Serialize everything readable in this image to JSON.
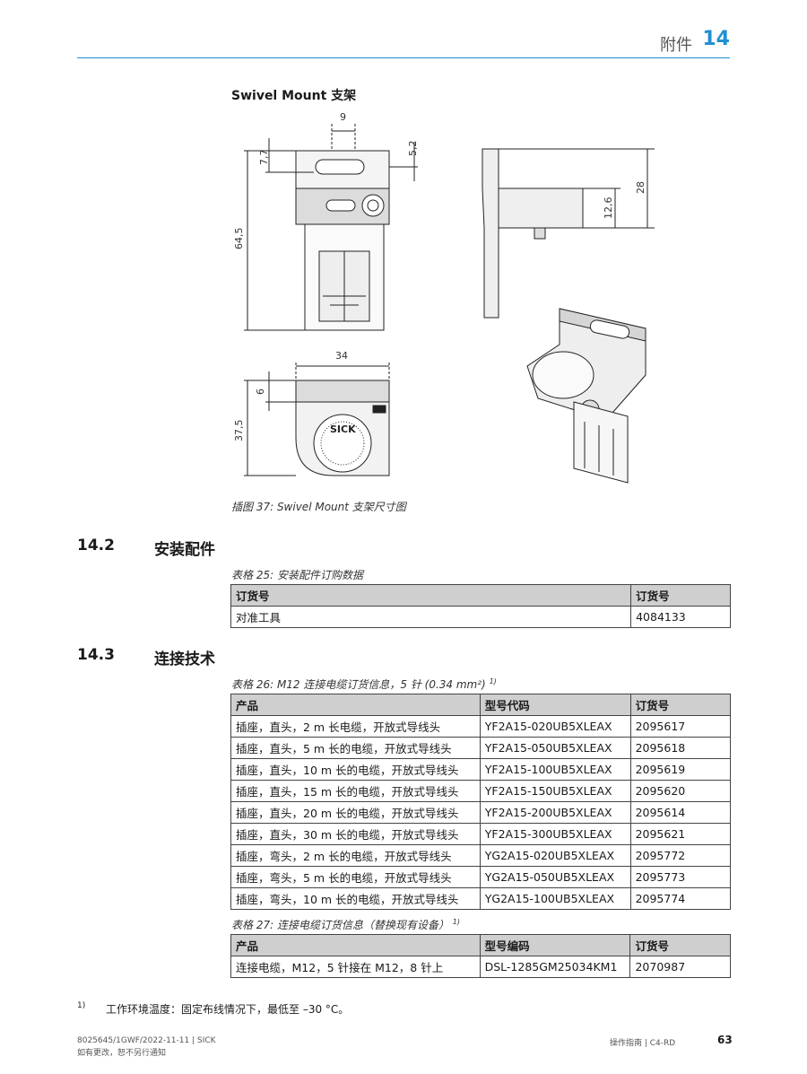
{
  "header": {
    "chapter": "附件",
    "number": "14"
  },
  "figure": {
    "title": "Swivel Mount 支架",
    "caption": "插图 37: Swivel Mount 支架尺寸图",
    "dims": {
      "d9": "9",
      "d7_7": "7,7",
      "d5_2": "5,2",
      "d64_5": "64,5",
      "d28": "28",
      "d12_6": "12,6",
      "d34": "34",
      "d6": "6",
      "d37_5": "37,5"
    },
    "brand_mark": "SICK"
  },
  "sections": {
    "s142": {
      "num": "14.2",
      "title": "安装配件"
    },
    "s143": {
      "num": "14.3",
      "title": "连接技术"
    }
  },
  "table25": {
    "caption": "表格 25: 安装配件订购数据",
    "headers": [
      "订货号",
      "订货号"
    ],
    "rows": [
      [
        "对准工具",
        "4084133"
      ]
    ]
  },
  "table26": {
    "caption": "表格 26: M12 连接电缆订货信息，5 针 (0.34 mm²)",
    "sup": "1)",
    "headers": [
      "产品",
      "型号代码",
      "订货号"
    ],
    "rows": [
      [
        "插座，直头，2 m 长电缆，开放式导线头",
        "YF2A15-020UB5XLEAX",
        "2095617"
      ],
      [
        "插座，直头，5 m 长的电缆，开放式导线头",
        "YF2A15-050UB5XLEAX",
        "2095618"
      ],
      [
        "插座，直头，10 m 长的电缆，开放式导线头",
        "YF2A15-100UB5XLEAX",
        "2095619"
      ],
      [
        "插座，直头，15 m 长的电缆，开放式导线头",
        "YF2A15-150UB5XLEAX",
        "2095620"
      ],
      [
        "插座，直头，20 m 长的电缆，开放式导线头",
        "YF2A15-200UB5XLEAX",
        "2095614"
      ],
      [
        "插座，直头，30 m 长的电缆，开放式导线头",
        "YF2A15-300UB5XLEAX",
        "2095621"
      ],
      [
        "插座，弯头，2 m 长的电缆，开放式导线头",
        "YG2A15-020UB5XLEAX",
        "2095772"
      ],
      [
        "插座，弯头，5 m 长的电缆，开放式导线头",
        "YG2A15-050UB5XLEAX",
        "2095773"
      ],
      [
        "插座，弯头，10 m 长的电缆，开放式导线头",
        "YG2A15-100UB5XLEAX",
        "2095774"
      ]
    ]
  },
  "table27": {
    "caption": "表格 27: 连接电缆订货信息（替换现有设备）",
    "sup": "1)",
    "headers": [
      "产品",
      "型号编码",
      "订货号"
    ],
    "rows": [
      [
        "连接电缆，M12，5 针接在 M12，8 针上",
        "DSL-1285GM25034KM1",
        "2070987"
      ]
    ]
  },
  "footnote": {
    "mark": "1)",
    "text": "工作环境温度：固定布线情况下，最低至 –30 °C。"
  },
  "footer": {
    "doc_id": "8025645/1GWF/2022-11-11 | SICK",
    "notice": "如有更改，恕不另行通知",
    "guide": "操作指南 | C4-RD",
    "page": "63"
  }
}
